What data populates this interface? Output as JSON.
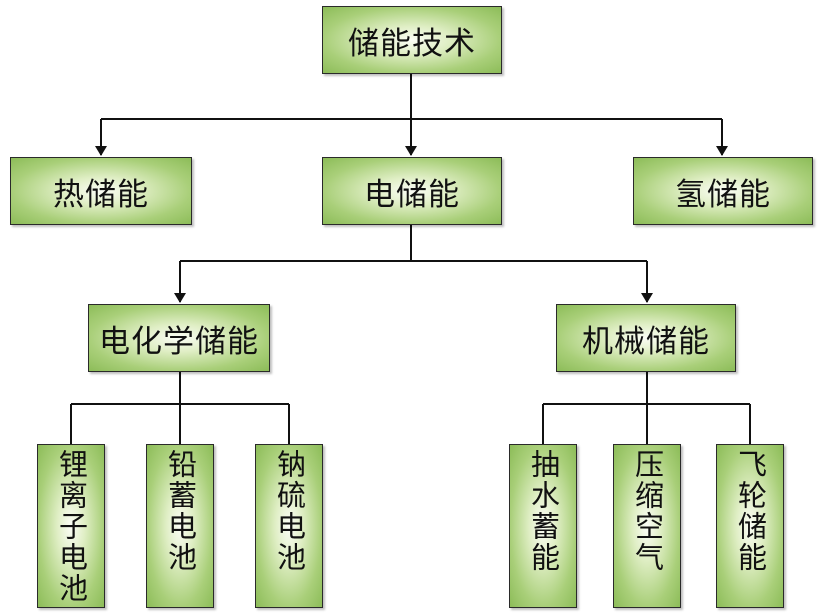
{
  "diagram": {
    "root": "储能技术",
    "level1": {
      "thermal": "热储能",
      "electric": "电储能",
      "hydrogen": "氢储能"
    },
    "level2": {
      "electrochemical": "电化学储能",
      "mechanical": "机械储能"
    },
    "electrochemical_children": {
      "li_ion": "锂离子电池",
      "lead_acid": "铅蓄电池",
      "sodium_sulfur": "钠硫电池"
    },
    "mechanical_children": {
      "pumped_hydro": "抽水蓄能",
      "compressed_air": "压缩空气",
      "flywheel": "飞轮储能"
    },
    "colors": {
      "node_fill_edge": "#8cbc58",
      "node_fill_center": "#fbfdf6",
      "line": "#111111"
    }
  }
}
